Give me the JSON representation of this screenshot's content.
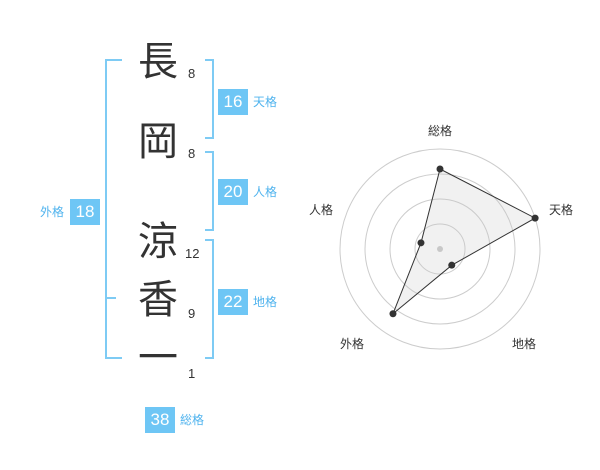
{
  "name": {
    "chars": [
      {
        "char": "長",
        "strokes": "8"
      },
      {
        "char": "岡",
        "strokes": "8"
      },
      {
        "char": "涼",
        "strokes": "12"
      },
      {
        "char": "香",
        "strokes": "9"
      },
      {
        "char": "一",
        "strokes": "1"
      }
    ]
  },
  "kaku": {
    "tenkaku": {
      "value": "16",
      "label": "天格"
    },
    "jinkaku": {
      "value": "20",
      "label": "人格"
    },
    "chikaku": {
      "value": "22",
      "label": "地格"
    },
    "gaikaku": {
      "value": "18",
      "label": "外格"
    },
    "soukaku": {
      "value": "38",
      "label": "総格"
    }
  },
  "colors": {
    "accent": "#6ec6f5",
    "accent_text": "#4fb3ee",
    "bracket": "#7ecbf4"
  },
  "chart_data": {
    "type": "radar",
    "axes": [
      "総格",
      "天格",
      "地格",
      "外格",
      "人格"
    ],
    "values": [
      4,
      5,
      1,
      4,
      1
    ],
    "max": 5,
    "rings": 4,
    "grid": true
  }
}
